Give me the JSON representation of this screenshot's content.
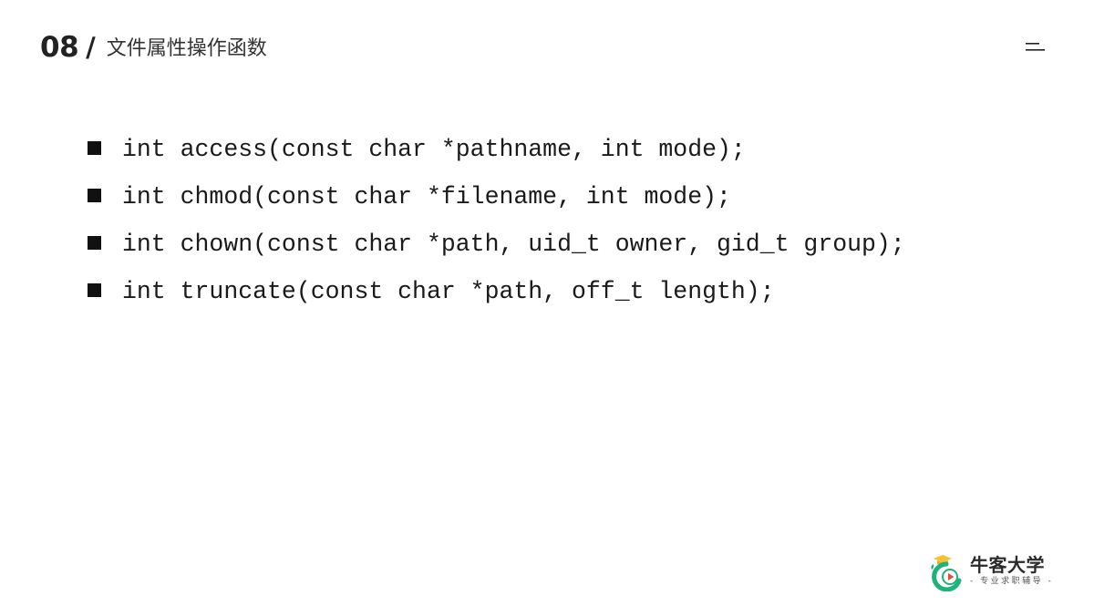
{
  "header": {
    "number": "08",
    "slash": "/",
    "title": "文件属性操作函数"
  },
  "code_items": [
    "int access(const char *pathname, int mode);",
    "int chmod(const char *filename, int mode);",
    "int chown(const char *path, uid_t owner, gid_t group);",
    "int truncate(const char *path, off_t length);"
  ],
  "logo": {
    "name": "牛客大学",
    "slogan": "- 专业求职辅导 -"
  },
  "icons": {
    "menu": "menu-icon",
    "logo_mark": "nowcoder-logo-icon",
    "bullet": "square-bullet-icon"
  },
  "colors": {
    "text": "#1a1a1a",
    "logo_green": "#1fb37a",
    "logo_yellow": "#f2c230",
    "logo_red": "#e64a3b"
  }
}
